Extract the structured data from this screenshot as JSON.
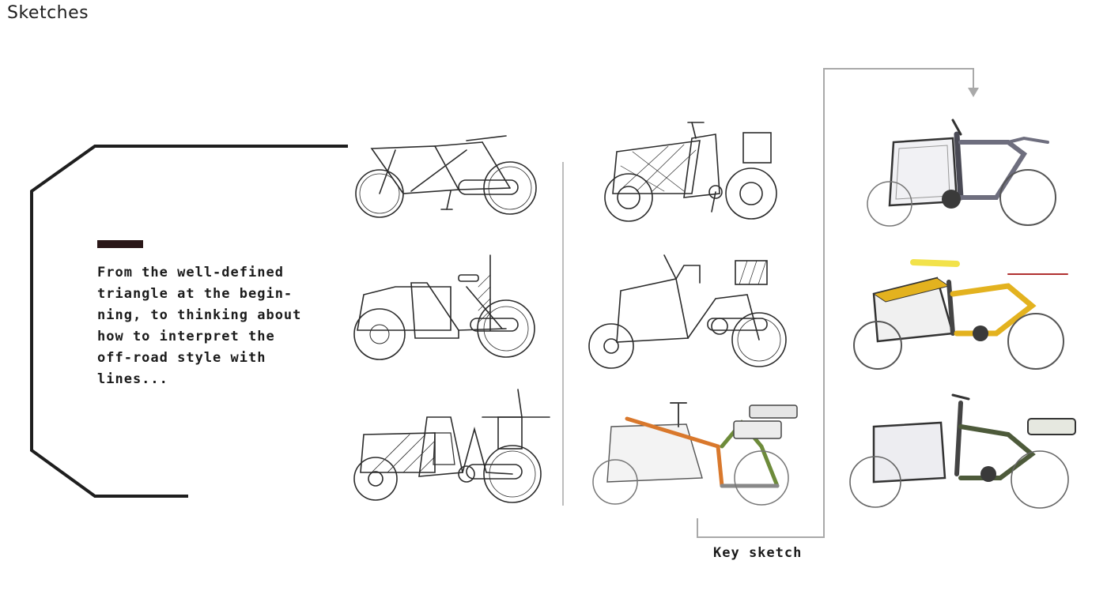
{
  "page": {
    "title": "Sketches"
  },
  "intro": {
    "lines": [
      "From the well-defined",
      "triangle at the begin-",
      "ning, to thinking about",
      "how to interpret the",
      "off-road style with",
      "lines..."
    ]
  },
  "key_sketch": {
    "label": "Key sketch"
  },
  "colors": {
    "text": "#1b1b1b",
    "accent_bar": "#2a1718",
    "frame_line": "#1e1e1e",
    "connector": "#a9a9a9",
    "sketch_yellow": "#e3b21f",
    "sketch_orange": "#d9782c",
    "sketch_green": "#6d8b3a"
  },
  "sketches": [
    {
      "id": "col1-top",
      "style": "pencil-triangle"
    },
    {
      "id": "col1-mid",
      "style": "pencil-cargo"
    },
    {
      "id": "col1-bottom",
      "style": "pencil-cargo-hatched"
    },
    {
      "id": "col2-top",
      "style": "pencil-offroad"
    },
    {
      "id": "col2-mid",
      "style": "pencil-box"
    },
    {
      "id": "col2-bottom",
      "style": "marker-orange-green"
    },
    {
      "id": "col3-top",
      "style": "marker-grey"
    },
    {
      "id": "col3-mid",
      "style": "marker-yellow"
    },
    {
      "id": "col3-bottom",
      "style": "marker-grey-green"
    }
  ]
}
